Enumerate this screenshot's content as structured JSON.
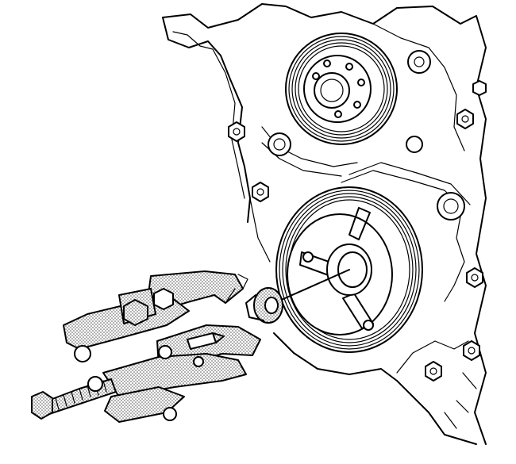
{
  "figure": {
    "colors": {
      "line": "#000000",
      "paper": "#ffffff",
      "stipple": "#555555"
    },
    "parts": [
      "engine-front-cover",
      "upper-idler-pulley",
      "crankshaft-balancer",
      "center-bolt-adapter",
      "jaw-puller"
    ]
  }
}
